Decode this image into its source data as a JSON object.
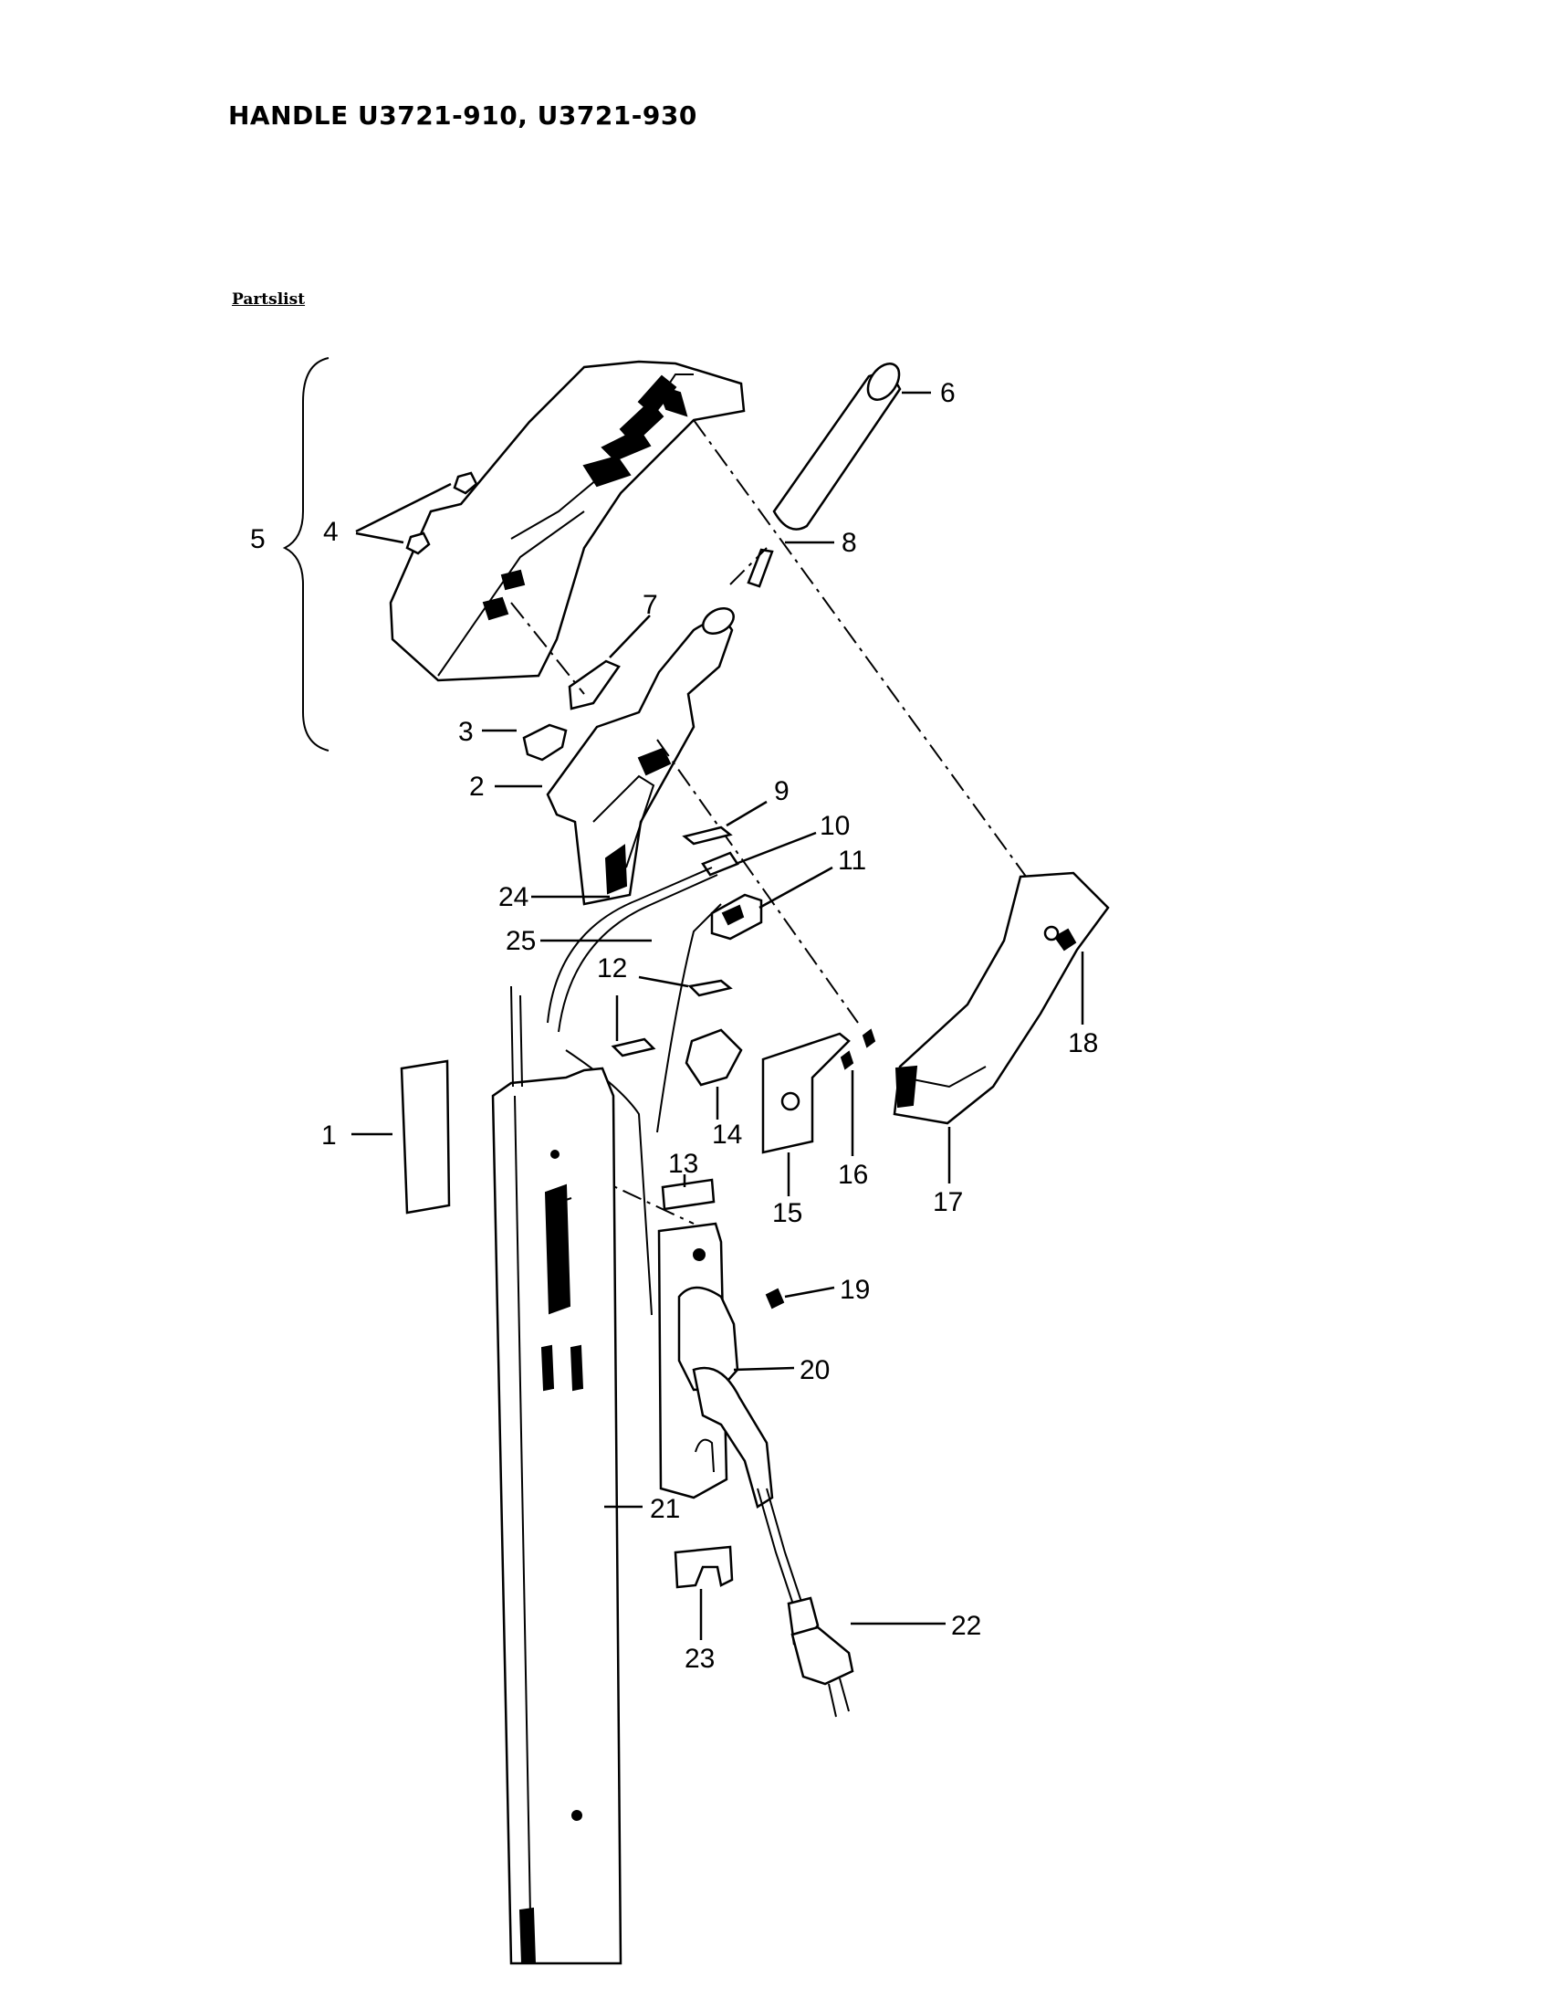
{
  "header": {
    "title": "HANDLE U3721-910, U3721-930",
    "section_link": "Partslist"
  },
  "callouts": [
    {
      "id": "c1",
      "text": "1"
    },
    {
      "id": "c2",
      "text": "2"
    },
    {
      "id": "c3",
      "text": "3"
    },
    {
      "id": "c4",
      "text": "4"
    },
    {
      "id": "c5",
      "text": "5"
    },
    {
      "id": "c6",
      "text": "6"
    },
    {
      "id": "c7",
      "text": "7"
    },
    {
      "id": "c8",
      "text": "8"
    },
    {
      "id": "c9",
      "text": "9"
    },
    {
      "id": "c10",
      "text": "10"
    },
    {
      "id": "c11",
      "text": "11"
    },
    {
      "id": "c12",
      "text": "12"
    },
    {
      "id": "c13",
      "text": "13"
    },
    {
      "id": "c14",
      "text": "14"
    },
    {
      "id": "c15",
      "text": "15"
    },
    {
      "id": "c16",
      "text": "16"
    },
    {
      "id": "c17",
      "text": "17"
    },
    {
      "id": "c18",
      "text": "18"
    },
    {
      "id": "c19",
      "text": "19"
    },
    {
      "id": "c20",
      "text": "20"
    },
    {
      "id": "c21",
      "text": "21"
    },
    {
      "id": "c22",
      "text": "22"
    },
    {
      "id": "c23",
      "text": "23"
    },
    {
      "id": "c24",
      "text": "24"
    },
    {
      "id": "c25",
      "text": "25"
    }
  ]
}
